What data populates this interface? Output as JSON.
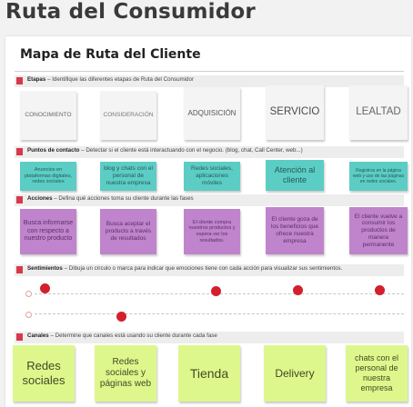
{
  "page_title": "Ruta del Consumidor",
  "board_title": "Mapa de Ruta del Cliente",
  "colors": {
    "lane_marker": "#d63a4a",
    "stage_note": "#f4f4f4",
    "touchpoint_note": "#5ccdc4",
    "action_note": "#bf84cc",
    "channel_note": "#def78d",
    "sentiment_dot": "#d41f2c"
  },
  "lanes": {
    "etapas": {
      "title": "Etapas",
      "desc": "Identifique las diferentes etapas de Ruta del Consumidor"
    },
    "puntos": {
      "title": "Puntos de contacto",
      "desc": "Detectar si el cliente está interactuando con el negocio. (blog, chat, Call Center, web...)"
    },
    "acciones": {
      "title": "Acciones",
      "desc": "Defina qué acciones toma su cliente durante las fases"
    },
    "sentimientos": {
      "title": "Sentimientos",
      "desc": "Dibuja un círculo o marca para indicar que emociones tiene con cada acción para visualizar sus sentimientos."
    },
    "canales": {
      "title": "Canales",
      "desc": "Determine que canales está usando su cliente durante cada fase"
    }
  },
  "stages": [
    "CONOCIMIENTO",
    "CONSIDERACIÓN",
    "ADQUISICIÓN",
    "SERVICIO",
    "LEALTAD"
  ],
  "touchpoints": [
    "Anuncios en plataformas digitales, redes sociales",
    "blog y chats con el personal de nuestra empresa",
    "Redes sociales, aplicaciones móviles",
    "Atención al cliente",
    "Registros en la página web y uso de las páginas en redes sociales."
  ],
  "actions": [
    "Busca informarse con respecto a nuestro producto",
    "Busca aceptar el producto a través de resultados",
    "El cliente compra nuestros productos y espera ver los resultados.",
    "El cliente goza de los beneficios que ofrece nuestra empresa",
    "El cliente vuelve a consumir los productos de manera permanente"
  ],
  "sentiments": {
    "rows": 2,
    "positive_row_stages": [
      1,
      3,
      4,
      5
    ],
    "negative_row_stages": [
      2
    ]
  },
  "channels": [
    "Redes sociales",
    "Redes sociales y páginas web",
    "Tienda",
    "Delivery",
    "chats con el personal de nuestra empresa"
  ]
}
